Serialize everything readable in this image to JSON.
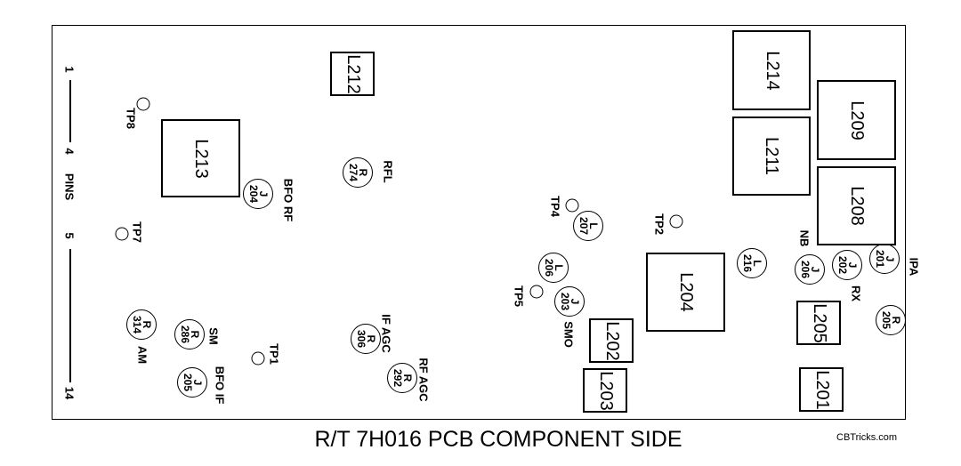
{
  "title": "R/T 7H016 PCB  COMPONENT SIDE",
  "credit": "CBTricks.com",
  "connector": {
    "pin_first": "1",
    "pin_4": "4",
    "pins_label": "PINS",
    "pin_5": "5",
    "pin_last": "14"
  },
  "inductors_boxes": [
    {
      "id": "L212",
      "label": "L212"
    },
    {
      "id": "L213",
      "label": "L213"
    },
    {
      "id": "L214",
      "label": "L214"
    },
    {
      "id": "L211",
      "label": "L211"
    },
    {
      "id": "L209",
      "label": "L209"
    },
    {
      "id": "L208",
      "label": "L208"
    },
    {
      "id": "L204",
      "label": "L204"
    },
    {
      "id": "L202",
      "label": "L202"
    },
    {
      "id": "L203",
      "label": "L203"
    },
    {
      "id": "L205",
      "label": "L205"
    },
    {
      "id": "L201",
      "label": "L201"
    }
  ],
  "round_components": [
    {
      "id": "R274",
      "type": "R",
      "num": "274"
    },
    {
      "id": "J204",
      "type": "J",
      "num": "204"
    },
    {
      "id": "L207",
      "type": "L",
      "num": "207"
    },
    {
      "id": "L206",
      "type": "L",
      "num": "206"
    },
    {
      "id": "J203",
      "type": "J",
      "num": "203"
    },
    {
      "id": "L216",
      "type": "L",
      "num": "216"
    },
    {
      "id": "J206",
      "type": "J",
      "num": "206"
    },
    {
      "id": "J202",
      "type": "J",
      "num": "202"
    },
    {
      "id": "J201",
      "type": "J",
      "num": "201"
    },
    {
      "id": "R205",
      "type": "R",
      "num": "205"
    },
    {
      "id": "R314",
      "type": "R",
      "num": "314"
    },
    {
      "id": "R286",
      "type": "R",
      "num": "286"
    },
    {
      "id": "J205",
      "type": "J",
      "num": "205"
    },
    {
      "id": "R306",
      "type": "R",
      "num": "306"
    },
    {
      "id": "R292",
      "type": "R",
      "num": "292"
    }
  ],
  "test_points": [
    {
      "id": "TP8",
      "label": "TP8"
    },
    {
      "id": "TP7",
      "label": "TP7"
    },
    {
      "id": "TP4",
      "label": "TP4"
    },
    {
      "id": "TP2",
      "label": "TP2"
    },
    {
      "id": "TP5",
      "label": "TP5"
    },
    {
      "id": "TP1",
      "label": "TP1"
    }
  ],
  "function_labels": [
    {
      "id": "BFORF",
      "label": "BFO RF"
    },
    {
      "id": "RFL",
      "label": "RFL"
    },
    {
      "id": "NB",
      "label": "NB"
    },
    {
      "id": "RX",
      "label": "RX"
    },
    {
      "id": "IPA",
      "label": "IPA"
    },
    {
      "id": "SMO",
      "label": "SMO"
    },
    {
      "id": "SM",
      "label": "SM"
    },
    {
      "id": "AM",
      "label": "AM"
    },
    {
      "id": "BFOIF",
      "label": "BFO  IF"
    },
    {
      "id": "IFAGC",
      "label": "IF AGC"
    },
    {
      "id": "RFAGC",
      "label": "RF  AGC"
    }
  ]
}
